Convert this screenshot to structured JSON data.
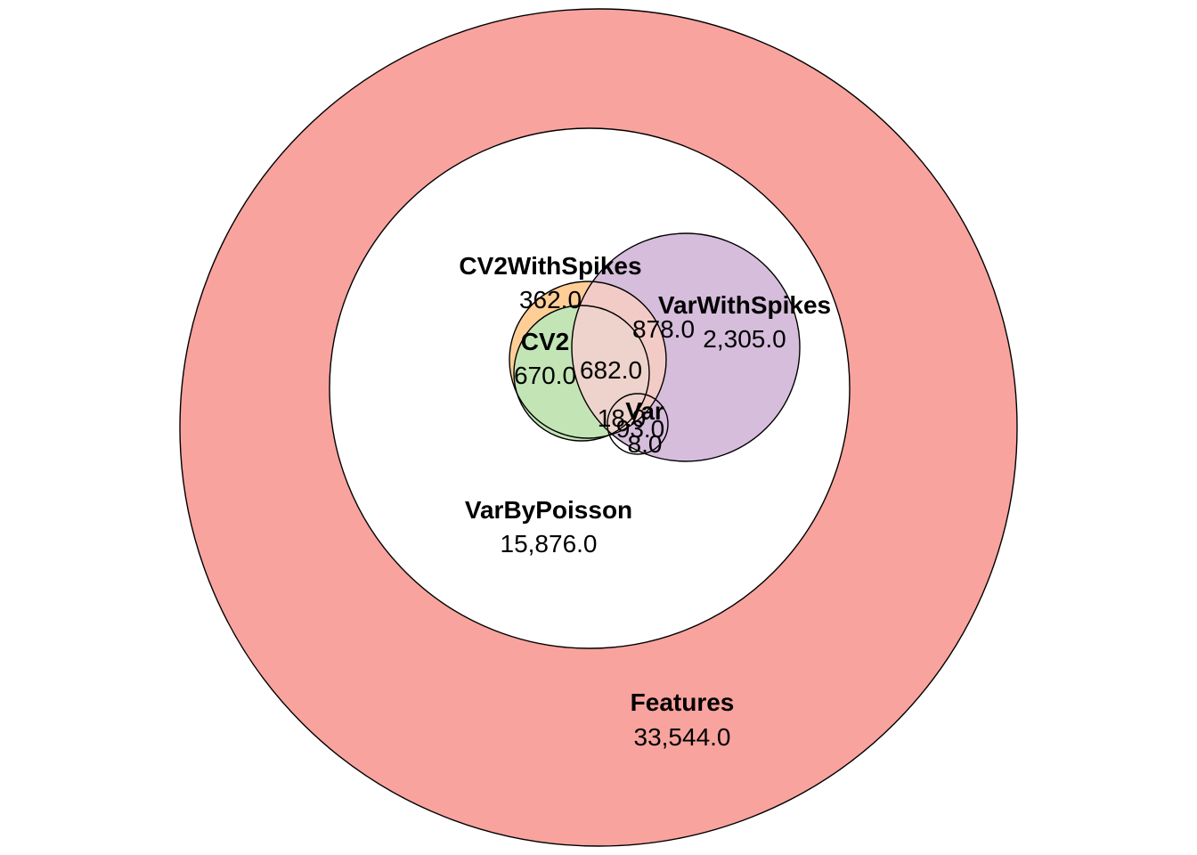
{
  "sets": [
    {
      "key": "features",
      "name": "Features",
      "value": "33,544.0",
      "color": "#F8A39E"
    },
    {
      "key": "var_by_poisson",
      "name": "VarByPoisson",
      "value": "15,876.0",
      "color": "#FFFFFF"
    },
    {
      "key": "var_with_spikes",
      "name": "VarWithSpikes",
      "value": "2,305.0",
      "color": "#D6BDDC"
    },
    {
      "key": "cv2_with_spikes",
      "name": "CV2WithSpikes",
      "value": "362.0",
      "color": "#FECE96"
    },
    {
      "key": "cv2",
      "name": "CV2",
      "value": "670.0",
      "color": "#C3E5B6"
    },
    {
      "key": "var",
      "name": "Var",
      "value": "",
      "color": "#D6BDDC"
    }
  ],
  "intersections": {
    "cv2_with_spikes_and_var_with_spikes": "878.0",
    "cv2_and_var_with_spikes": "682.0",
    "var_region_a": "18.0",
    "var_region_b": "93.0",
    "var_region_c": "8.0"
  },
  "overlap_color": "#EDD3CB",
  "overlap_color_pink": "#F3CBC6",
  "stroke_color": "#000000"
}
